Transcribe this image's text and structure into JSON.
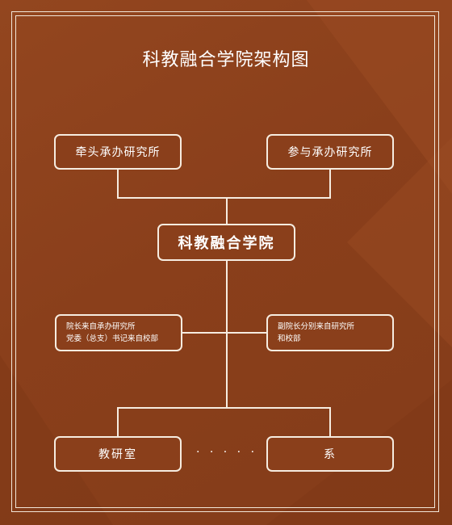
{
  "title": "科教融合学院架构图",
  "nodes": {
    "lead_institute": "牵头承办研究所",
    "participating_institute": "参与承办研究所",
    "college": "科教融合学院",
    "dean_line_1": "院长来自承办研究所",
    "dean_line_2": "党委（总支）书记来自校部",
    "vice_dean_line_1": "副院长分别来自研究所",
    "vice_dean_line_2": "和校部",
    "teaching_office": "教研室",
    "ellipsis": "· · · · ·",
    "department": "系"
  },
  "colors": {
    "background": "#8a3f1b",
    "line": "#f6ece0",
    "text": "#ffffff"
  }
}
